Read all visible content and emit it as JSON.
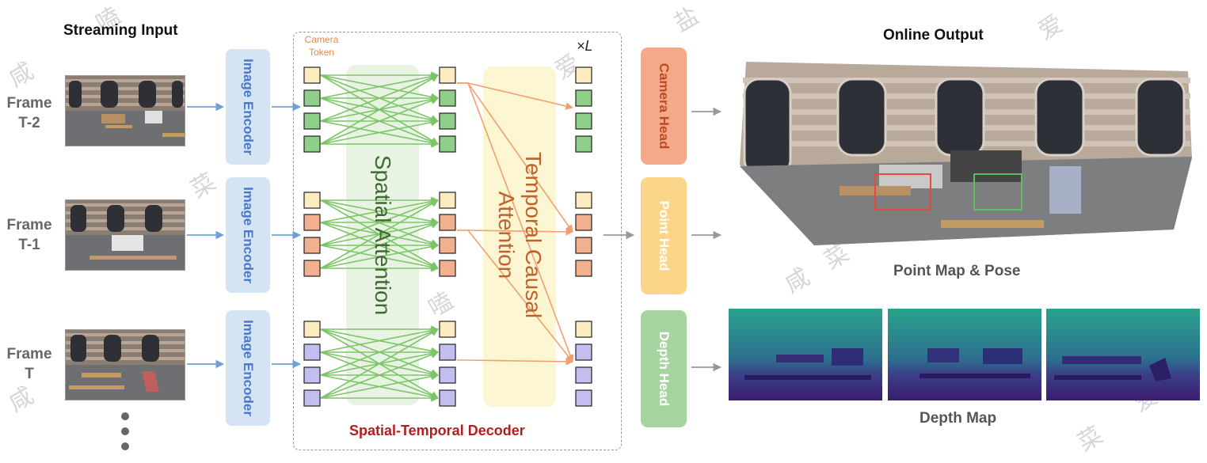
{
  "streaming_title": "Streaming Input",
  "online_title": "Online Output",
  "frames": [
    {
      "label_line1": "Frame",
      "label_line2": "T-2",
      "encoder": "Image Encoder"
    },
    {
      "label_line1": "Frame",
      "label_line2": "T-1",
      "encoder": "Image Encoder"
    },
    {
      "label_line1": "Frame",
      "label_line2": "T",
      "encoder": "Image Encoder"
    }
  ],
  "ellipsis": "⋮",
  "decoder": {
    "camera_token_label": "Camera Token",
    "spatial_attention": "Spatial Attention",
    "temporal_attention": "Temporal Causal Attention",
    "repeat_label": "×L",
    "title": "Spatial-Temporal Decoder"
  },
  "heads": {
    "camera": "Camera Head",
    "point": "Point Head",
    "depth": "Depth Head"
  },
  "outputs": {
    "point_map_caption": "Point Map & Pose",
    "depth_map_caption": "Depth Map"
  },
  "watermark": "咸 菜 爱 盐",
  "colors": {
    "camera_token": "#fdecc0",
    "frame1_token": "#8fcf8a",
    "frame2_token": "#f2b08e",
    "frame3_token": "#c2bff0",
    "spatial_arrow": "#7cc567",
    "temporal_arrow": "#f0a070",
    "decoder_title": "#b02020",
    "camera_head": "#f4a988",
    "point_head": "#fbd58a",
    "depth_head": "#a6d4a0"
  }
}
